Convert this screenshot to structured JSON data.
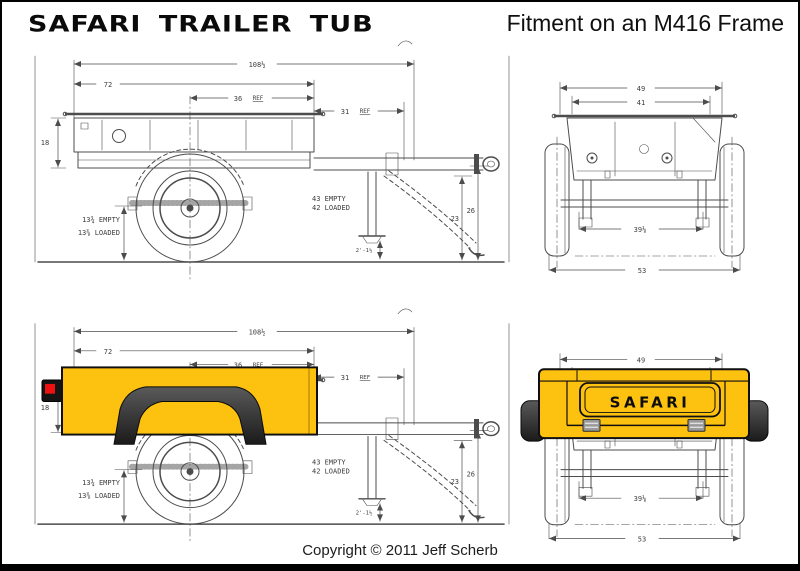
{
  "header": {
    "title": "SAFARI TRAILER TUB",
    "subtitle": "Fitment on an M416 Frame"
  },
  "footer": {
    "copyright": "Copyright © 2011 Jeff Scherb"
  },
  "colors": {
    "tub_yellow": "#FDC110",
    "fender_dark": "#1A1A1A",
    "taillight_red": "#EE1111",
    "drawing_ink": "#4C4C4C"
  },
  "side_view": {
    "overall_length": "108½",
    "frame_length": "72",
    "ref_a_value": "36",
    "ref_b_value": "31",
    "ref_label": "REF",
    "tub_depth": "18",
    "handle_height_empty": "43 EMPTY",
    "handle_height_loaded": "42 LOADED",
    "clearance_empty": "13¾ EMPTY",
    "clearance_loaded": "13⅜ LOADED",
    "hitch_height_inner": "23",
    "hitch_height_outer": "26",
    "jack_setting": "2'-1½"
  },
  "rear_view": {
    "body_width_top": "49",
    "body_width_inner": "41",
    "spring_track": "39⅛",
    "overall_width": "53"
  },
  "tub_overlay": {
    "tailgate_logo": "SAFARI"
  }
}
